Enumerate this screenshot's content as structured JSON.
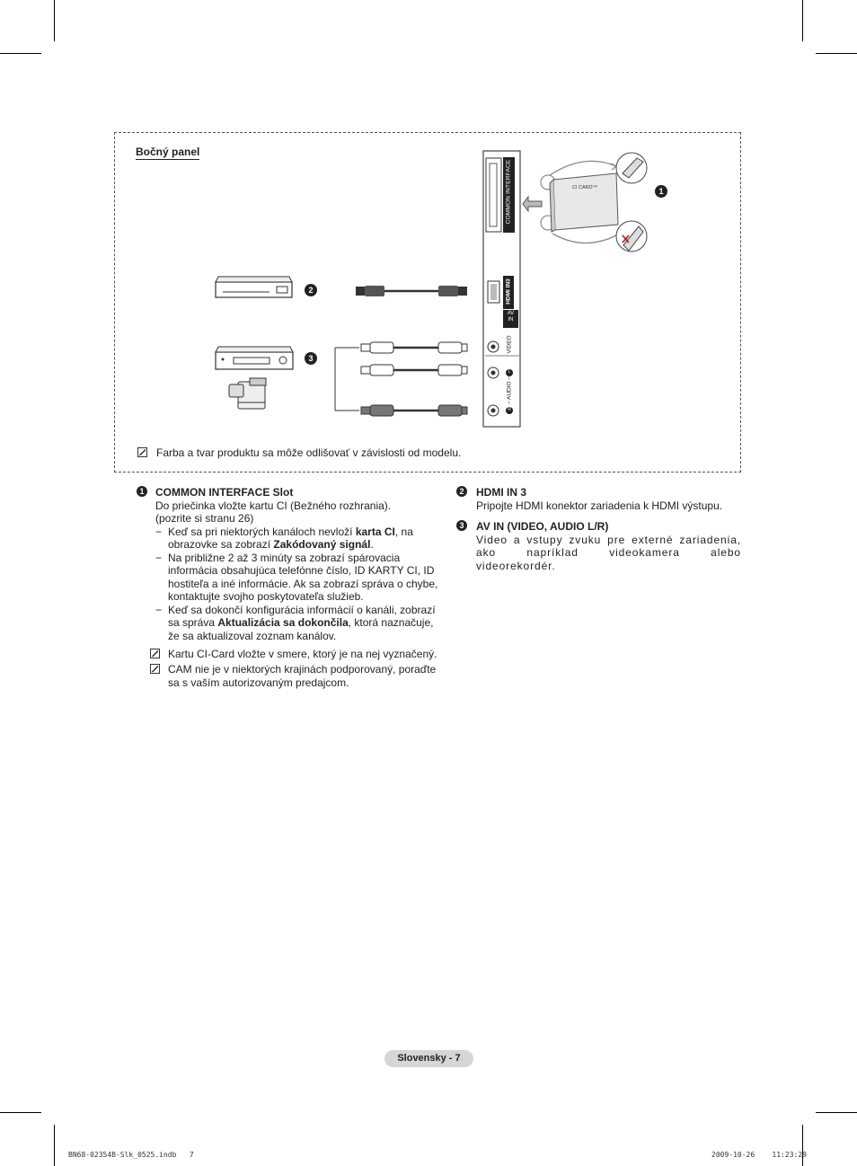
{
  "section_title": "Bočný panel",
  "diagram": {
    "panel_labels": {
      "common_interface": "COMMON INTERFACE",
      "hdmi": "HDMI IN3",
      "av_in_line1": "AV",
      "av_in_line2": "IN",
      "video": "VIDEO",
      "audio": "– AUDIO –",
      "audio_left": "L",
      "audio_right": "R"
    },
    "ci_card_label": "CI CARD™",
    "callouts": [
      "1",
      "2",
      "3"
    ]
  },
  "frame_note": "Farba a tvar produktu sa môže odlišovať v závislosti od modelu.",
  "left_column": {
    "number": "1",
    "heading": "COMMON INTERFACE Slot",
    "line1": "Do priečinka vložte kartu CI (Bežného rozhrania).",
    "line2": "(pozrite si stranu 26)",
    "dash": "−",
    "bullet1_a": "Keď sa pri niektorých kanáloch nevloží ",
    "bullet1_b": "karta CI",
    "bullet1_c": ", na obrazovke sa zobrazí ",
    "bullet1_d": "Zakódovaný signál",
    "bullet1_e": ".",
    "bullet2": "Na približne 2 až 3 minúty sa zobrazí spárovacia informácia obsahujúca telefónne číslo, ID KARTY CI, ID hostiteľa a iné informácie. Ak sa zobrazí správa o chybe, kontaktujte svojho poskytovateľa služieb.",
    "bullet3_a": "Keď sa dokončí konfigurácia informácií o kanáli, zobrazí sa správa ",
    "bullet3_b": "Aktualizácia sa dokončila",
    "bullet3_c": ", ktorá naznačuje, že sa aktualizoval zoznam kanálov.",
    "note1": "Kartu CI-Card vložte v smere, ktorý je na nej vyznačený.",
    "note2": "CAM nie je v niektorých krajinách podporovaný, poraďte sa s vaším autorizovaným predajcom."
  },
  "right_column": {
    "item2_number": "2",
    "item2_heading": "HDMI IN 3",
    "item2_text": "Pripojte HDMI konektor zariadenia k HDMI výstupu.",
    "item3_number": "3",
    "item3_heading": "AV IN (VIDEO, AUDIO L/R)",
    "item3_text": "Video a vstupy zvuku pre externé zariadenia, ako napríklad videokamera alebo videorekordér."
  },
  "footer": {
    "page_label": "Slovensky - 7",
    "slug_left": "BN68-02354B-Slk_0525.indb   7",
    "slug_right": "2009-10-26    11:23:29"
  }
}
